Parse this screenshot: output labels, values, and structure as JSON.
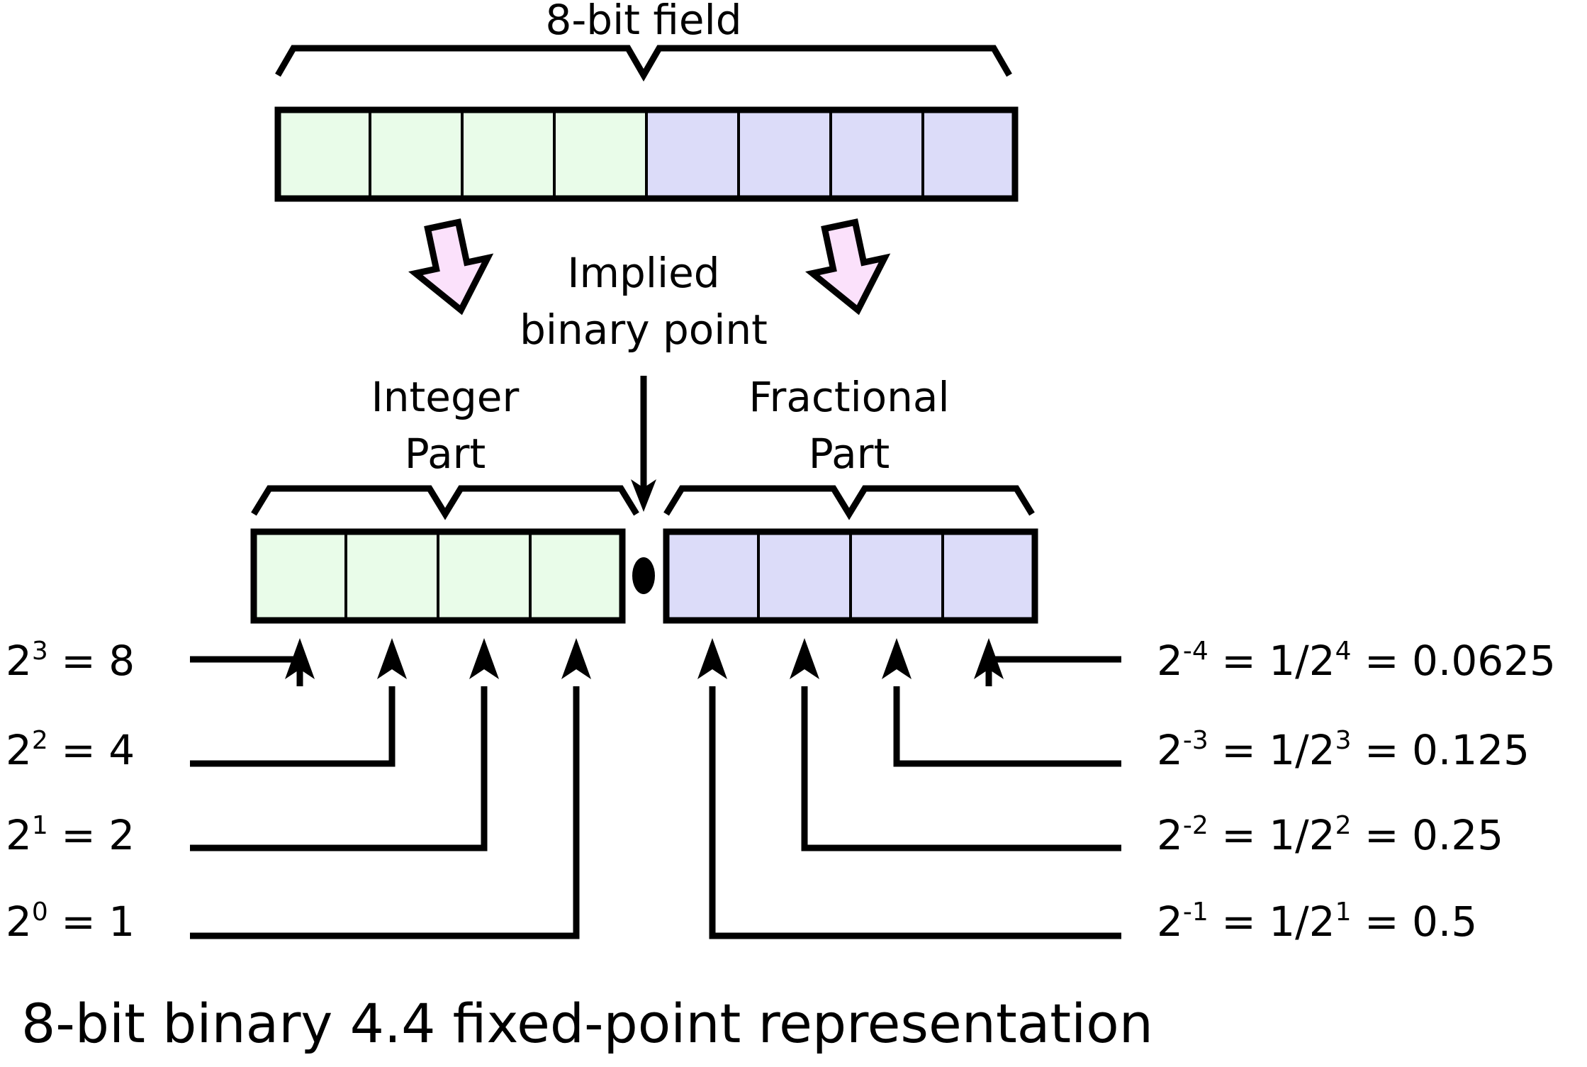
{
  "title_top": "8-bit field",
  "caption": "8-bit binary 4.4 fixed-point representation",
  "implied": {
    "line1": "Implied",
    "line2": "binary point"
  },
  "parts": {
    "integer_line1": "Integer",
    "integer_line2": "Part",
    "fractional_line1": "Fractional",
    "fractional_line2": "Part"
  },
  "colors": {
    "integer_cell": "#e9fce9",
    "fraction_cell": "#dcdcf9",
    "arrow_fill": "#fbe1fb",
    "stroke": "#000000",
    "background": "#ffffff"
  },
  "top_field": {
    "bit_count": 8,
    "integer_bits": 4,
    "fraction_bits": 4
  },
  "left_labels": [
    {
      "base": "2",
      "exp": "3",
      "eq": " = 8"
    },
    {
      "base": "2",
      "exp": "2",
      "eq": " = 4"
    },
    {
      "base": "2",
      "exp": "1",
      "eq": " = 2"
    },
    {
      "base": "2",
      "exp": "0",
      "eq": " = 1"
    }
  ],
  "right_labels": [
    {
      "base": "2",
      "exp": "-4",
      "mid": " = 1/2",
      "exp2": "4",
      "tail": " = 0.0625"
    },
    {
      "base": "2",
      "exp": "-3",
      "mid": " = 1/2",
      "exp2": "3",
      "tail": " = 0.125"
    },
    {
      "base": "2",
      "exp": "-2",
      "mid": " = 1/2",
      "exp2": "2",
      "tail": " = 0.25"
    },
    {
      "base": "2",
      "exp": "-1",
      "mid": " = 1/2",
      "exp2": "1",
      "tail": " = 0.5"
    }
  ],
  "binary_point_symbol": "•"
}
